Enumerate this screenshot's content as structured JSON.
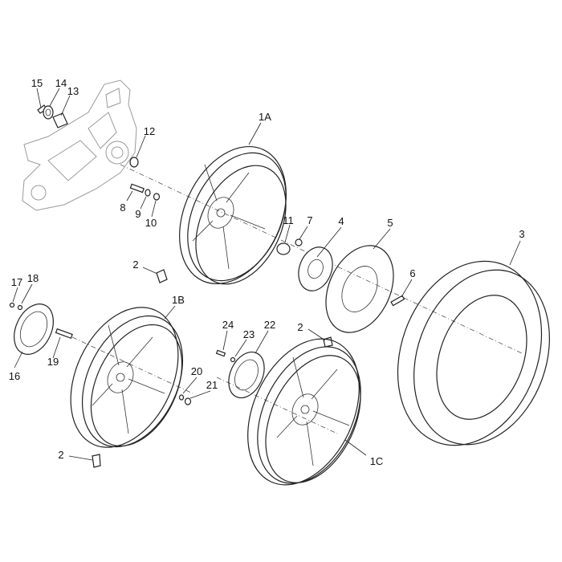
{
  "labels": {
    "p1A": "1A",
    "p1B": "1B",
    "p1C": "1C",
    "p2": "2",
    "p3": "3",
    "p4": "4",
    "p5": "5",
    "p6": "6",
    "p7": "7",
    "p8": "8",
    "p9": "9",
    "p10": "10",
    "p11": "11",
    "p12": "12",
    "p13": "13",
    "p14": "14",
    "p15": "15",
    "p16": "16",
    "p17": "17",
    "p18": "18",
    "p19": "19",
    "p20": "20",
    "p21": "21",
    "p22": "22",
    "p23": "23",
    "p24": "24"
  },
  "colors": {
    "line": "#222222",
    "ghost": "#9a9a9a",
    "background": "#ffffff"
  }
}
